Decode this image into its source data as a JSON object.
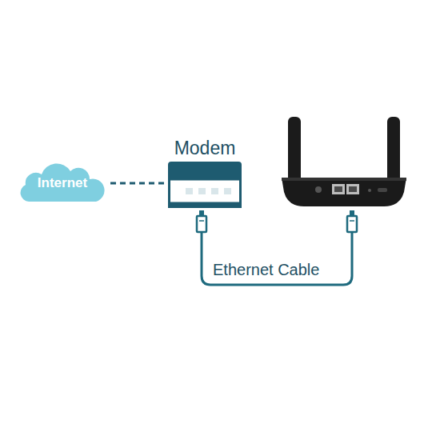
{
  "diagram": {
    "nodes": [
      {
        "text": [
          "Internet"
        ]
      },
      {
        "text": [
          "Modem"
        ]
      }
    ],
    "edges": [
      {
        "from": 0,
        "to": 1,
        "arrow": "none"
      }
    ],
    "labels": [
      "Ethernet Cable"
    ]
  }
}
